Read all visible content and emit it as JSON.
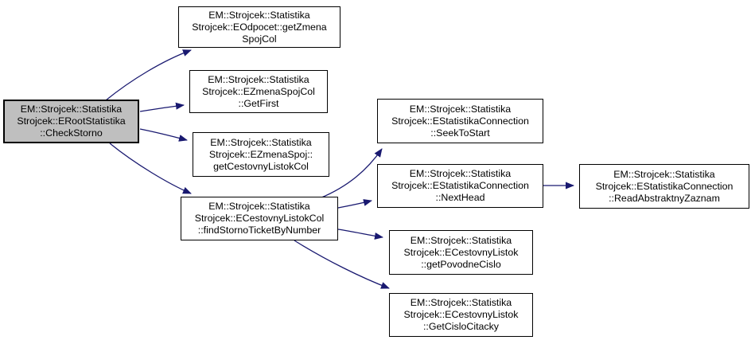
{
  "diagram": {
    "type": "call-graph",
    "colors": {
      "background": "#ffffff",
      "edge": "#191970",
      "node_fill": "#ffffff",
      "node_border": "#000000",
      "highlight_fill": "#bfbfbf",
      "text": "#000000"
    },
    "nodes": [
      {
        "id": "check-storno",
        "highlighted": true,
        "lines": [
          "EM::Strojcek::Statistika",
          "Strojcek::ERootStatistika",
          "::CheckStorno"
        ]
      },
      {
        "id": "eodpocet-getzmenaspojcol",
        "highlighted": false,
        "lines": [
          "EM::Strojcek::Statistika",
          "Strojcek::EOdpocet::getZmena",
          "SpojCol"
        ]
      },
      {
        "id": "ezmenaspojcol-getfirst",
        "highlighted": false,
        "lines": [
          "EM::Strojcek::Statistika",
          "Strojcek::EZmenaSpojCol",
          "::GetFirst"
        ]
      },
      {
        "id": "ezmenaspoj-getcestovnylistokcol",
        "highlighted": false,
        "lines": [
          "EM::Strojcek::Statistika",
          "Strojcek::EZmenaSpoj::",
          "getCestovnyListokCol"
        ]
      },
      {
        "id": "ecestovnylistokcol-findstornoticketbynumber",
        "highlighted": false,
        "lines": [
          "EM::Strojcek::Statistika",
          "Strojcek::ECestovnyListokCol",
          "::findStornoTicketByNumber"
        ]
      },
      {
        "id": "estatistikaconnection-seektostart",
        "highlighted": false,
        "lines": [
          "EM::Strojcek::Statistika",
          "Strojcek::EStatistikaConnection",
          "::SeekToStart"
        ]
      },
      {
        "id": "estatistikaconnection-nexthead",
        "highlighted": false,
        "lines": [
          "EM::Strojcek::Statistika",
          "Strojcek::EStatistikaConnection",
          "::NextHead"
        ]
      },
      {
        "id": "ecestovnylistok-getpovodnecislo",
        "highlighted": false,
        "lines": [
          "EM::Strojcek::Statistika",
          "Strojcek::ECestovnyListok",
          "::getPovodneCislo"
        ]
      },
      {
        "id": "ecestovnylistok-getcislocitacky",
        "highlighted": false,
        "lines": [
          "EM::Strojcek::Statistika",
          "Strojcek::ECestovnyListok",
          "::GetCisloCitacky"
        ]
      },
      {
        "id": "estatistikaconnection-readabstraktnyzaznam",
        "highlighted": false,
        "lines": [
          "EM::Strojcek::Statistika",
          "Strojcek::EStatistikaConnection",
          "::ReadAbstraktnyZaznam"
        ]
      }
    ],
    "edges": [
      {
        "from": "check-storno",
        "to": "eodpocet-getzmenaspojcol"
      },
      {
        "from": "check-storno",
        "to": "ezmenaspojcol-getfirst"
      },
      {
        "from": "check-storno",
        "to": "ezmenaspoj-getcestovnylistokcol"
      },
      {
        "from": "check-storno",
        "to": "ecestovnylistokcol-findstornoticketbynumber"
      },
      {
        "from": "ecestovnylistokcol-findstornoticketbynumber",
        "to": "estatistikaconnection-seektostart"
      },
      {
        "from": "ecestovnylistokcol-findstornoticketbynumber",
        "to": "estatistikaconnection-nexthead"
      },
      {
        "from": "ecestovnylistokcol-findstornoticketbynumber",
        "to": "ecestovnylistok-getpovodnecislo"
      },
      {
        "from": "ecestovnylistokcol-findstornoticketbynumber",
        "to": "ecestovnylistok-getcislocitacky"
      },
      {
        "from": "estatistikaconnection-nexthead",
        "to": "estatistikaconnection-readabstraktnyzaznam"
      }
    ]
  }
}
